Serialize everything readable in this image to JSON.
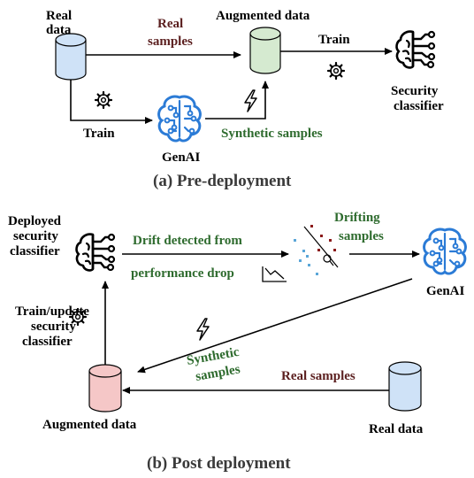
{
  "colors": {
    "real_cyl": "#cfe2f7",
    "green_cyl": "#d5ead0",
    "red_cyl": "#f5c7c7",
    "genai_blue": "#2b7bd6",
    "label_red": "#5b1f1f",
    "label_green": "#2e6b2e",
    "scatter_red": "#8b1a1a",
    "scatter_blue": "#5aa6d8"
  },
  "icons": [
    "database-cylinder-icon",
    "brain-chip-icon",
    "gear-icon",
    "lightning-icon",
    "genai-brain-icon",
    "scatter-drift-icon",
    "line-drop-icon",
    "magnifier-icon"
  ],
  "pre": {
    "real_data_line1": "Real",
    "real_data_line2": "data",
    "real_samples_line1": "Real",
    "real_samples_line2": "samples",
    "augmented_data": "Augmented data",
    "train_right": "Train",
    "train_left": "Train",
    "security_line1": "Security",
    "security_line2": "classifier",
    "genai": "GenAI",
    "synthetic_samples": "Synthetic samples",
    "caption": "(a) Pre-deployment"
  },
  "post": {
    "deployed_line1": "Deployed",
    "deployed_line2": "security",
    "deployed_line3": "classifier",
    "drift_line1": "Drift detected from",
    "drift_line2": "performance drop",
    "drifting_line1": "Drifting",
    "drifting_line2": "samples",
    "genai": "GenAI",
    "train_line1": "Train/update",
    "train_line2": "security",
    "train_line3": "classifier",
    "synthetic_line1": "Synthetic",
    "synthetic_line2": "samples",
    "real_samples": "Real samples",
    "augmented_data": "Augmented data",
    "real_data": "Real data",
    "caption": "(b) Post deployment"
  }
}
